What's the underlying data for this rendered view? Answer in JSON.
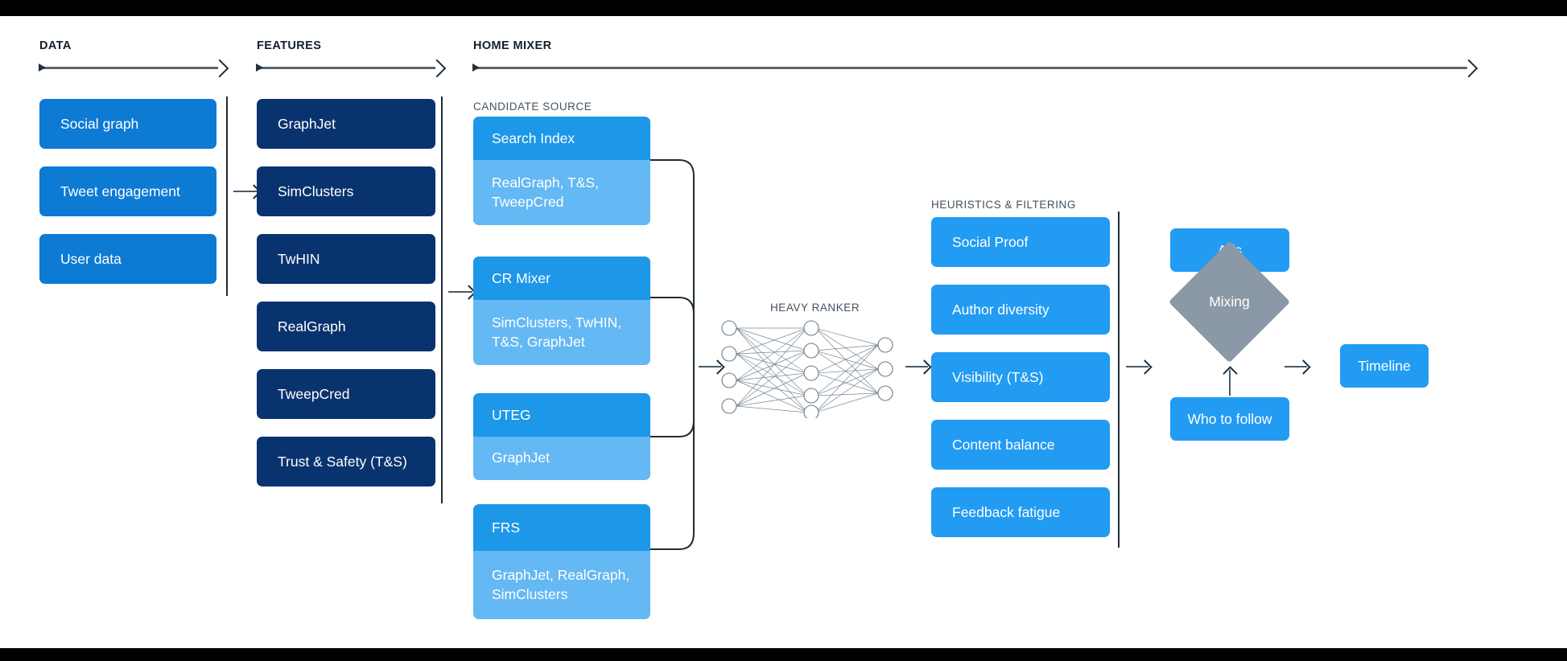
{
  "sections": {
    "data": {
      "label": "DATA"
    },
    "features": {
      "label": "FEATURES"
    },
    "home_mixer": {
      "label": "HOME MIXER"
    },
    "candidate_source": {
      "label": "CANDIDATE SOURCE"
    },
    "heavy_ranker": {
      "label": "HEAVY RANKER"
    },
    "heuristics": {
      "label": "HEURISTICS & FILTERING"
    }
  },
  "data_column": {
    "items": [
      {
        "label": "Social graph"
      },
      {
        "label": "Tweet engagement"
      },
      {
        "label": "User data"
      }
    ]
  },
  "features_column": {
    "items": [
      {
        "label": "GraphJet"
      },
      {
        "label": "SimClusters"
      },
      {
        "label": "TwHIN"
      },
      {
        "label": "RealGraph"
      },
      {
        "label": "TweepCred"
      },
      {
        "label": "Trust & Safety (T&S)"
      }
    ]
  },
  "candidate_sources": [
    {
      "name": "Search Index",
      "features": "RealGraph, T&S, TweepCred"
    },
    {
      "name": "CR Mixer",
      "features": "SimClusters, TwHIN, T&S, GraphJet"
    },
    {
      "name": "UTEG",
      "features": "GraphJet"
    },
    {
      "name": "FRS",
      "features": "GraphJet, RealGraph, SimClusters"
    }
  ],
  "heavy_ranker": {
    "title": "HEAVY RANKER",
    "layers": [
      4,
      5,
      3
    ]
  },
  "heuristics_column": {
    "items": [
      {
        "label": "Social Proof"
      },
      {
        "label": "Author diversity"
      },
      {
        "label": "Visibility (T&S)"
      },
      {
        "label": "Content balance"
      },
      {
        "label": "Feedback fatigue"
      }
    ]
  },
  "mixing_stage": {
    "ads": "Ads",
    "mixing": "Mixing",
    "who_to_follow": "Who to follow",
    "timeline": "Timeline"
  },
  "colors": {
    "data_blue": "#0d7ad4",
    "features_navy": "#09336e",
    "source_header": "#1d97e8",
    "source_body": "#64b8f3",
    "bright_blue": "#229bf2",
    "gray": "#8b98a5",
    "rule": "#1d2b36",
    "arrow": "#4c5a66",
    "background": "#ffffff"
  }
}
